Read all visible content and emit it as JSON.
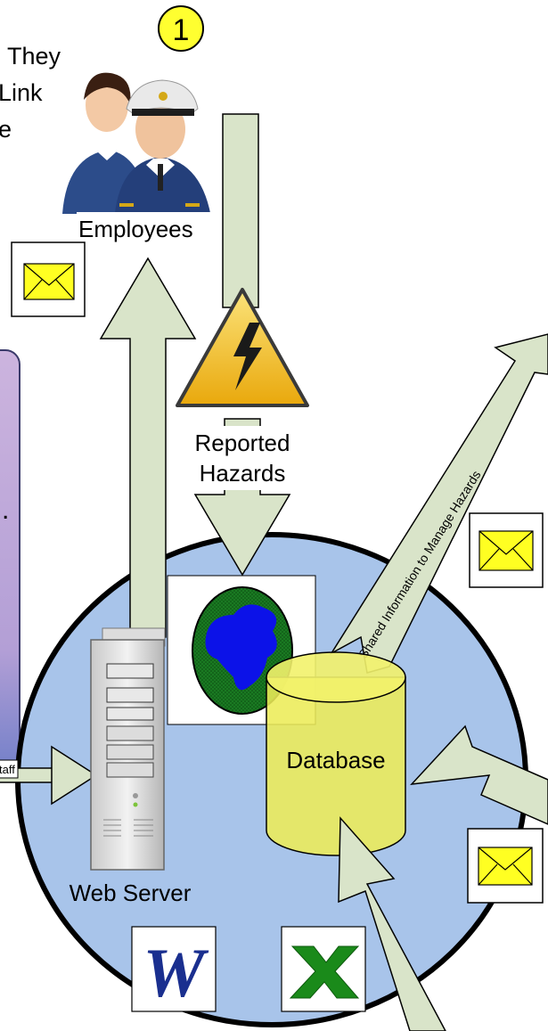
{
  "intro_text": [
    "They",
    "Link",
    "e"
  ],
  "badge_number": "1",
  "employees_label": "Employees",
  "hazard_label_line1": "Reported",
  "hazard_label_line2": "Hazards",
  "shared_info_label": "Shared Information to Manage Hazards",
  "database_label": "Database",
  "web_server_label": "Web Server",
  "staff_arrow_label": "taff",
  "left_panel_text": ".",
  "word_icon_letter": "W",
  "colors": {
    "circle_fill": "#a8c4ea",
    "arrow_fill": "#d9e4c9",
    "database_fill": "#ecec58",
    "envelope_fill": "#ffff22",
    "left_panel_fill": "#c8b1dc",
    "globe_ocean": "#1a7a22",
    "globe_land": "#0c12e8",
    "hazard_fill": "#f2c81f",
    "word_blue": "#1a2f8f",
    "excel_green": "#1a8a1a"
  },
  "icons": [
    "employees-icon",
    "number-badge-icon",
    "envelope-icon",
    "hazard-warning-icon",
    "globe-icon",
    "server-tower-icon",
    "database-cylinder-icon",
    "word-document-icon",
    "excel-document-icon"
  ]
}
